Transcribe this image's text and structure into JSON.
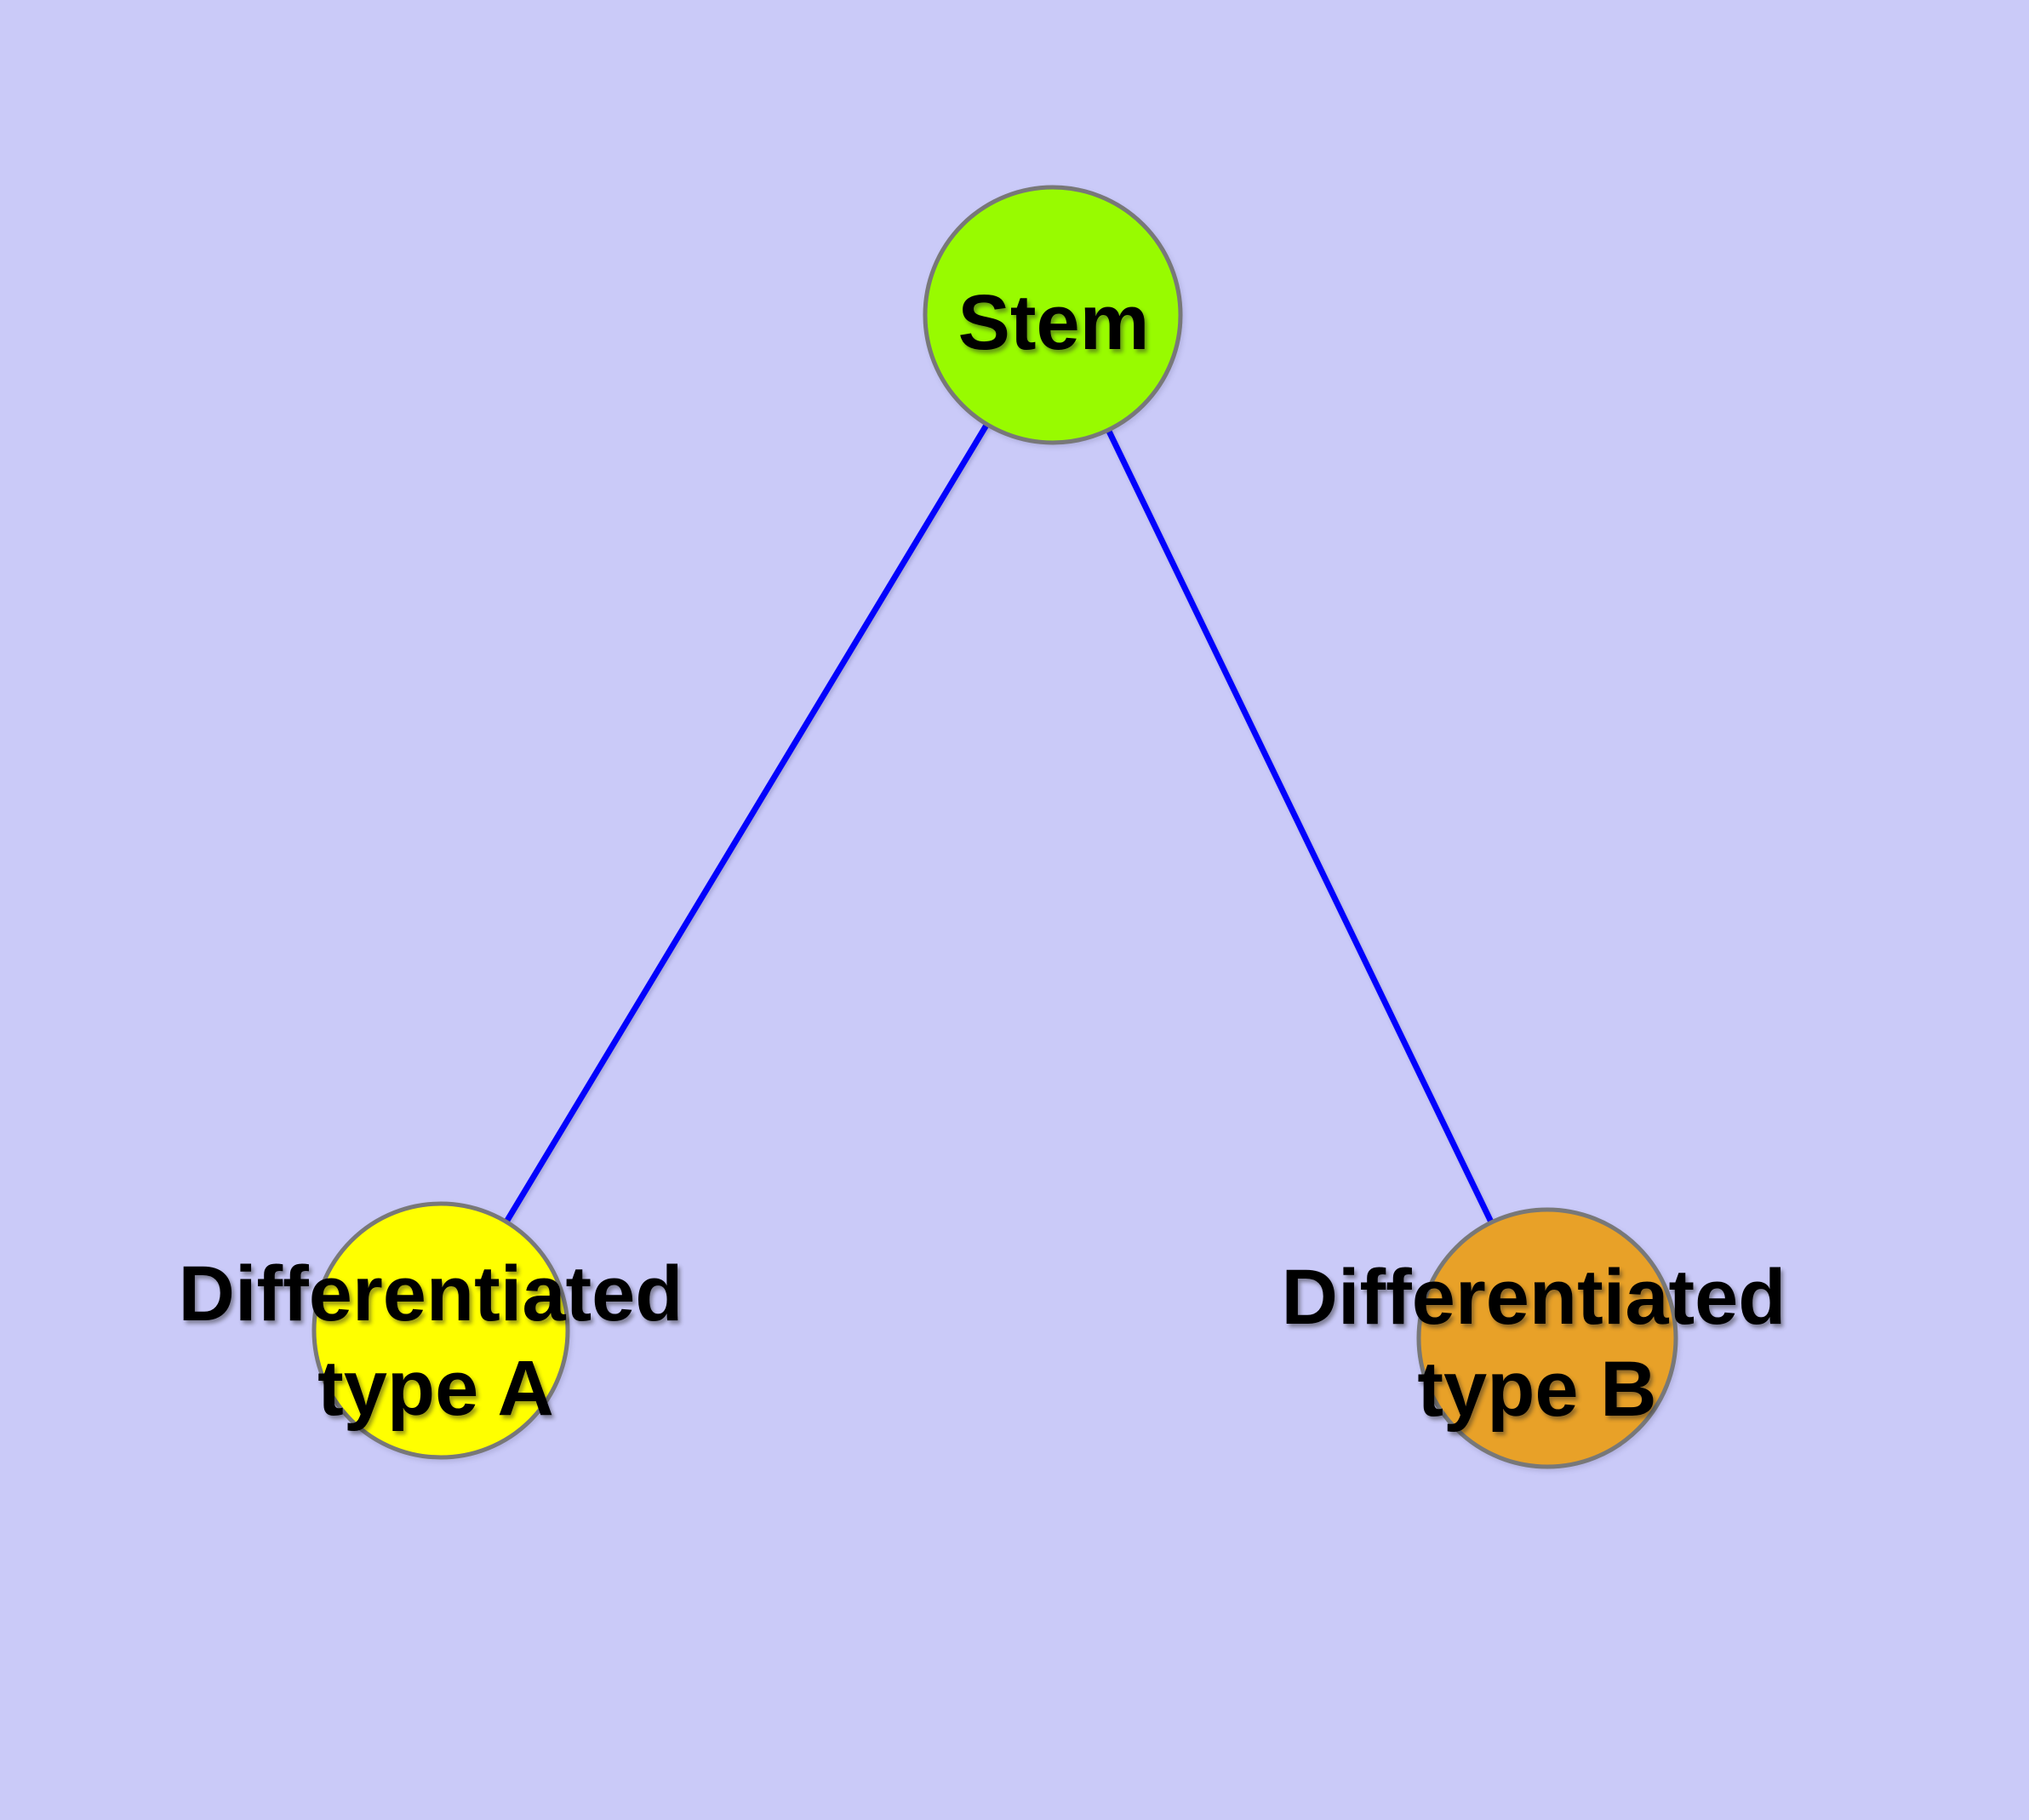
{
  "diagram": {
    "background_color": "#CACAF8",
    "edge_color": "#0202FC",
    "node_border_color": "#787878",
    "nodes": [
      {
        "id": "stem",
        "label": "Stem",
        "fill_color": "#98FB00"
      },
      {
        "id": "differentiated-type-a",
        "label_line1": "Differentiated",
        "label_line2": "type A",
        "fill_color": "#FFFF00"
      },
      {
        "id": "differentiated-type-b",
        "label_line1": "Differentiated",
        "label_line2": "type B",
        "fill_color": "#E8A128"
      }
    ],
    "edges": [
      {
        "from": "Stem",
        "to": "Differentiated type A"
      },
      {
        "from": "Stem",
        "to": "Differentiated type B"
      }
    ]
  }
}
